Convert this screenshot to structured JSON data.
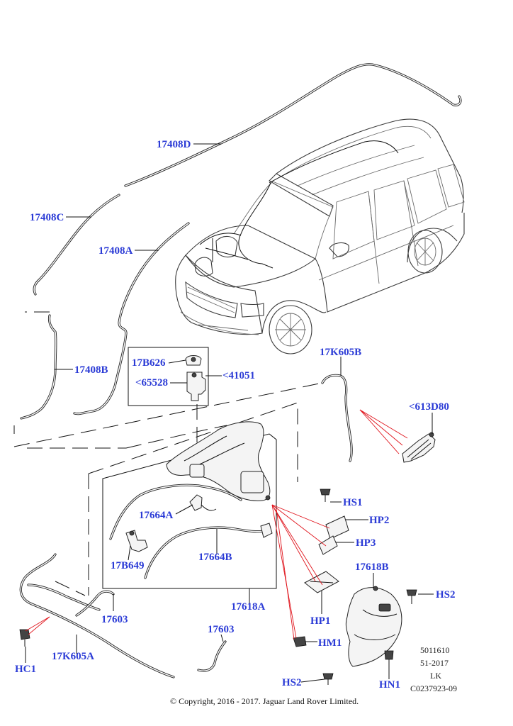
{
  "labels": {
    "l17408D": "17408D",
    "l17408C": "17408C",
    "l17408A": "17408A",
    "l17408B": "17408B",
    "l17B626": "17B626",
    "l65528": "<65528",
    "l41051": "<41051",
    "l17K605B": "17K605B",
    "l613D80": "<613D80",
    "lHS1": "HS1",
    "lHP2": "HP2",
    "lHP3": "HP3",
    "l17664A": "17664A",
    "l17664B": "17664B",
    "l17B649": "17B649",
    "l17618B": "17618B",
    "lHS2a": "HS2",
    "l17618A": "17618A",
    "lHP1": "HP1",
    "l17603a": "17603",
    "l17603b": "17603",
    "lHM1": "HM1",
    "lHC1": "HC1",
    "l17K605A": "17K605A",
    "lHS2b": "HS2",
    "lHN1": "HN1"
  },
  "reference": {
    "line1": "5011610",
    "line2": "51-2017",
    "line3": "LK",
    "line4": "C0237923-09"
  },
  "copyright": "© Copyright, 2016 - 2017. Jaguar Land Rover Limited.",
  "colors": {
    "label": "#2b3bd6",
    "leader_red": "#e0141c",
    "line": "#111111"
  }
}
